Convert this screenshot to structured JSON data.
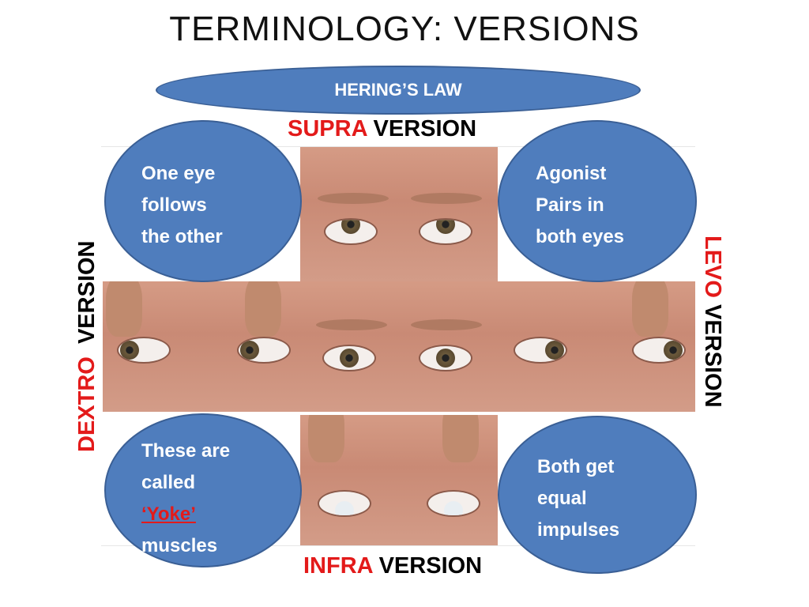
{
  "title": "TERMINOLOGY: VERSIONS",
  "banner": "HERING’S LAW",
  "labels": {
    "top_red": "SUPRA",
    "top_black": "VERSION",
    "bottom_red": "INFRA",
    "bottom_black": "VERSION",
    "left_red": "DEXTRO",
    "left_black": "VERSION",
    "right_red": "LEVO",
    "right_black": "VERSION"
  },
  "bubbles": {
    "top_left": [
      "One eye",
      "follows",
      "the other"
    ],
    "top_right": [
      "Agonist",
      "Pairs in",
      "both eyes"
    ],
    "bottom_left": {
      "line1": "These are",
      "line2": "called",
      "yoke": "‘Yoke’",
      "line4": "muscles"
    },
    "bottom_right": [
      "Both get",
      "equal",
      "impulses"
    ]
  },
  "colors": {
    "accent_blue": "#4f7dbd",
    "highlight_red": "#e31a1a"
  }
}
